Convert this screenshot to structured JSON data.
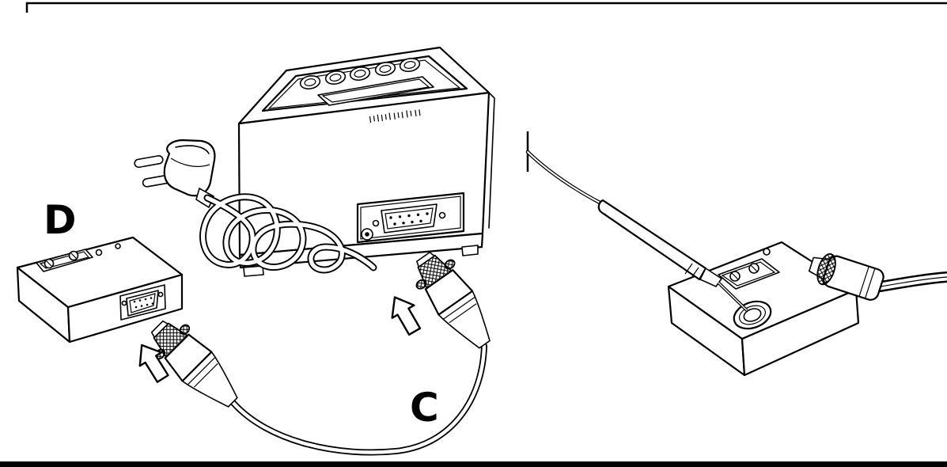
{
  "meta": {
    "kind": "technical-line-diagram",
    "background_color": "#ffffff",
    "line_color": "#000000"
  },
  "labels": {
    "accessory_box": "D",
    "link_cable": "C"
  },
  "parts": [
    {
      "id": "main-unit",
      "icon": "control-unit-icon",
      "desc": "bench control unit with top panel (five round buttons, display), front D-sub port, round jack and coiled mains cord with EU plug"
    },
    {
      "id": "accessory-box-d",
      "icon": "interface-box-icon",
      "desc": "flat interface box with top mounting plate, two screws and side D-sub port, labeled D"
    },
    {
      "id": "link-cable-c",
      "icon": "serial-cable-icon",
      "desc": "serial link cable with two D-sub connectors, labeled C"
    },
    {
      "id": "arrow-to-box-port",
      "icon": "hollow-arrow-icon",
      "desc": "hollow arrow pointing to box D port"
    },
    {
      "id": "arrow-to-unit-port",
      "icon": "hollow-arrow-icon",
      "desc": "hollow arrow pointing to unit port"
    },
    {
      "id": "handpiece-stand",
      "icon": "stand-icon",
      "desc": "wedge stand with bracket plate, grommet holding pen handpiece, cord with cut mark, thick cable with molded connector to the right"
    }
  ]
}
